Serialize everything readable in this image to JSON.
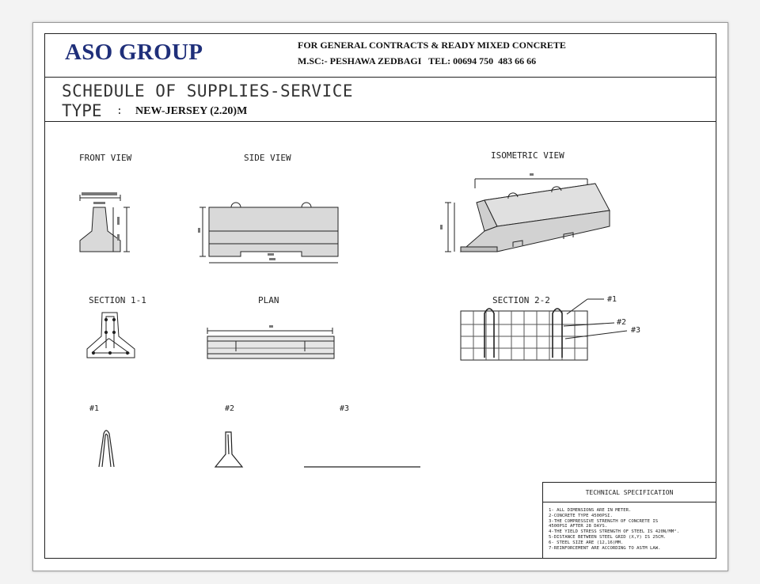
{
  "header": {
    "company": "ASO GROUP",
    "contractor_line": "FOR GENERAL CONTRACTS & READY MIXED CONCRETE",
    "contact_line": "M.SC:- PESHAWA ZEDBAGI   TEL: 00694 750  483 66 66"
  },
  "title": {
    "schedule": "SCHEDULE OF SUPPLIES-SERVICE",
    "type_label": "TYPE",
    "type_colon": ":",
    "type_value": "NEW-JERSEY (2.20)M"
  },
  "views": {
    "front": "FRONT VIEW",
    "side": "SIDE VIEW",
    "isometric": "ISOMETRIC VIEW",
    "section11": "SECTION 1-1",
    "plan": "PLAN",
    "section22": "SECTION 2-2"
  },
  "bars": {
    "b1": "#1",
    "b2": "#2",
    "b3": "#3"
  },
  "spec": {
    "heading": "TECHNICAL SPECIFICATION",
    "items": [
      "1- ALL DIMENSIONS ARE IN METER.",
      "2-CONCRETE TYPE 4500PSI.",
      "3-THE  COMPRESSIVE  STRENGTH  OF  CONCRETE  IS",
      "4500PSI AFTER 28 DAYS.",
      "4-THE YIELD STRESS STRENGTH OF STEEL IS 420N/MM².",
      "5-DISTANCE BETWEEN STEEL GRID (X,Y) IS 25CM.",
      "6- STEEL SIZE ARE (12,16)MM.",
      "7-REINFORCEMENT ARE ACCORDING TO ASTM LAW."
    ]
  },
  "colors": {
    "brand": "#1f2f7a",
    "concrete": "#d9d9d9",
    "line": "#222222"
  }
}
